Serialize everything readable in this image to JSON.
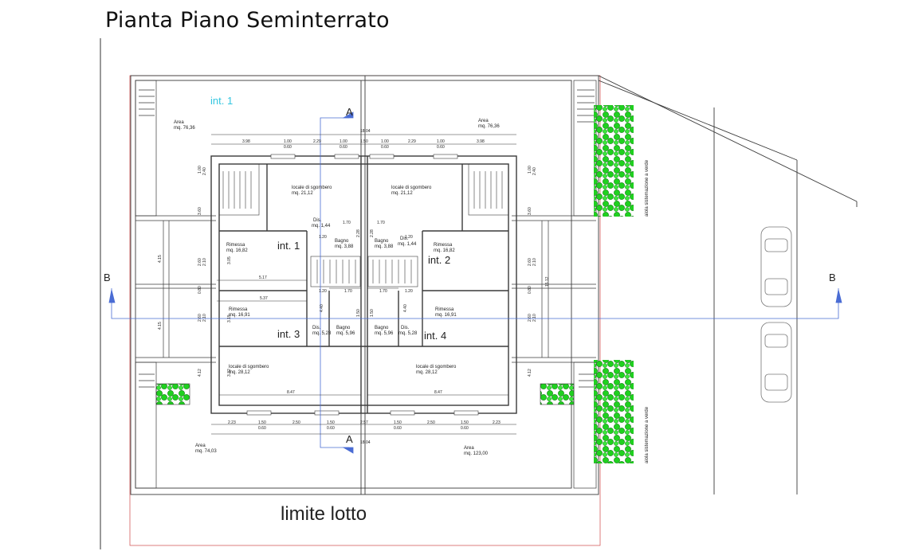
{
  "title": "Pianta Piano Seminterrato",
  "plot_limit_label": "limite lotto",
  "section_a": "A",
  "section_b": "B",
  "units": {
    "int1": "int. 1",
    "int1_top": "int. 1",
    "int2": "int. 2",
    "int3": "int. 3",
    "int4": "int. 4"
  },
  "areas": {
    "nw": {
      "name": "Area",
      "value": "mq. 76,36"
    },
    "ne": {
      "name": "Area",
      "value": "mq. 76,36"
    },
    "sw": {
      "name": "Area",
      "value": "mq. 74,03"
    },
    "se": {
      "name": "Area",
      "value": "mq. 123,00"
    }
  },
  "rooms": {
    "sgombero_nw": {
      "name": "locale di sgombero",
      "value": "mq. 21,12"
    },
    "sgombero_ne": {
      "name": "locale di sgombero",
      "value": "mq. 21,12"
    },
    "sgombero_sw": {
      "name": "locale di sgombero",
      "value": "mq. 28,12"
    },
    "sgombero_se": {
      "name": "locale di sgombero",
      "value": "mq. 28,12"
    },
    "rimessa_1": {
      "name": "Rimessa",
      "value": "mq. 16,82"
    },
    "rimessa_2": {
      "name": "Rimessa",
      "value": "mq. 16,82"
    },
    "rimessa_3": {
      "name": "Rimessa",
      "value": "mq. 16,91"
    },
    "rimessa_4": {
      "name": "Rimessa",
      "value": "mq. 16,91"
    },
    "bagno_1": {
      "name": "Bagno",
      "value": "mq. 3,88"
    },
    "bagno_2": {
      "name": "Bagno",
      "value": "mq. 3,88"
    },
    "bagno_3": {
      "name": "Bagno",
      "value": "mq. 5,96"
    },
    "bagno_4": {
      "name": "Bagno",
      "value": "mq. 5,96"
    },
    "dis_1": {
      "name": "Dis.",
      "value": "mq. 1,44"
    },
    "dis_2": {
      "name": "Dis.",
      "value": "mq. 1,44"
    },
    "dis_3": {
      "name": "Dis.",
      "value": "mq. 5,28"
    },
    "dis_4": {
      "name": "Dis.",
      "value": "mq. 5,28"
    }
  },
  "garden_label": "aiola sistemazione a verde",
  "dimensions": {
    "total_width": "18.04",
    "top_row": [
      "3.98",
      "1.00",
      "0.60",
      "2.29",
      "1.00",
      "0.60",
      "1.50",
      "1.00",
      "0.60",
      "2.29",
      "1.00",
      "0.60",
      "3.98"
    ],
    "bottom_row": [
      "2.23",
      "1.50",
      "0.60",
      "2.50",
      "1.50",
      "0.60",
      "2.57",
      "1.50",
      "0.60",
      "2.50",
      "1.50",
      "0.60",
      "2.23"
    ],
    "misc": {
      "d_517": "5.17",
      "d_537": "5.37",
      "d_847a": "8.47",
      "d_847b": "8.47",
      "d_170a": "1.70",
      "d_170b": "1.70",
      "d_170c": "1.70",
      "d_170d": "1.70",
      "d_120a": "1.20",
      "d_120b": "1.20",
      "d_120c": "1.20",
      "d_120d": "1.20",
      "d_415a": "4.15",
      "d_415b": "4.15",
      "d_360a": "3.60",
      "d_360b": "3.60",
      "d_412a": "4.12",
      "d_412b": "4.12",
      "d_332": "3.32",
      "d_305": "3.05",
      "d_315": "3.15",
      "d_440a": "4.40",
      "d_440b": "4.40",
      "d_150a": "1.50",
      "d_150b": "1.50",
      "d_228a": "2.28",
      "d_228b": "2.28",
      "d_1512": "15.12",
      "d_260a": "2.60",
      "d_260b": "2.60",
      "d_260c": "2.60",
      "d_260d": "2.60",
      "d_210a": "2.10",
      "d_210b": "2.10",
      "d_210c": "2.10",
      "d_210d": "2.10",
      "d_080a": "0.80",
      "d_080b": "0.80",
      "d_240a": "2.40",
      "d_240b": "2.40",
      "d_100a": "1.00",
      "d_100b": "1.00"
    }
  },
  "colors": {
    "unit_highlight": "#33c6e0",
    "section_line": "#4a6cd4",
    "plot_limit": "#d04848",
    "walls": "#3a3a3a",
    "greenery": "#1fd11f"
  }
}
